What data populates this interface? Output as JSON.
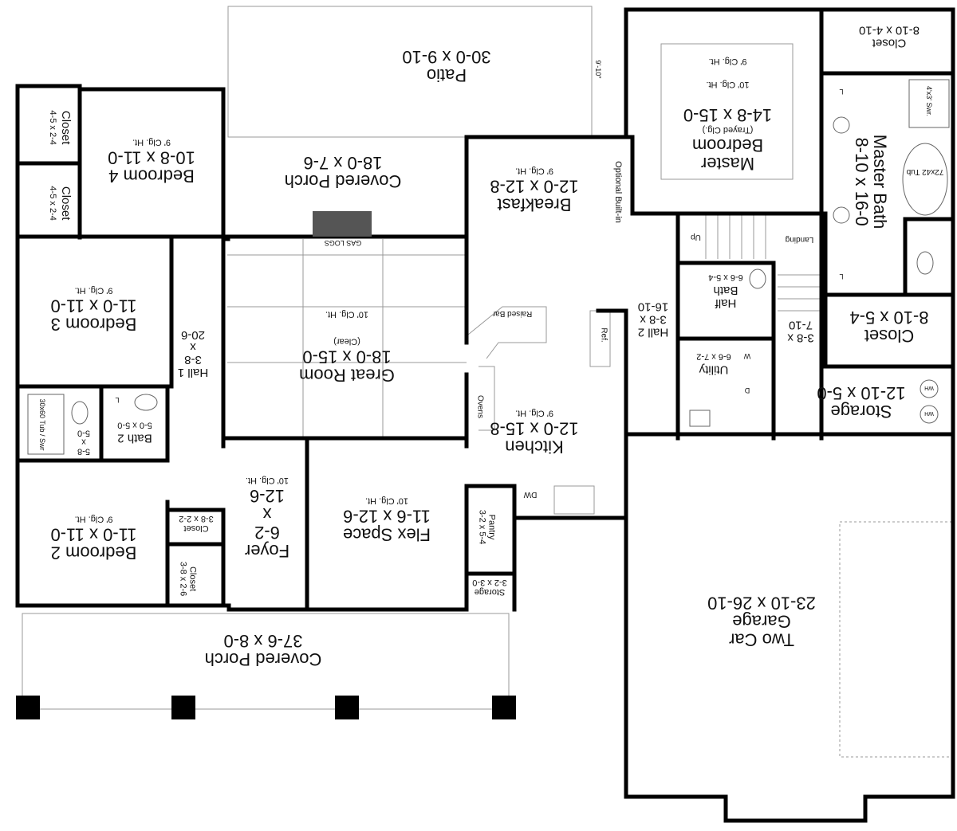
{
  "rooms": {
    "patio": {
      "name": "Patio",
      "dim": "30-0 x 9-10"
    },
    "covered_porch_rear": {
      "name": "Covered Porch",
      "dim": "18-0 x 7-6"
    },
    "breakfast": {
      "name": "Breakfast",
      "dim": "12-0 x 12-8",
      "clg": "9' Clg. Ht."
    },
    "great_room": {
      "name": "Great Room",
      "dim": "18-0 x 15-0",
      "note": "(Clear)",
      "clg": "10' Clg. Ht."
    },
    "kitchen": {
      "name": "Kitchen",
      "dim": "12-0 x 15-8",
      "clg": "9' Clg. Ht."
    },
    "flex_space": {
      "name": "Flex Space",
      "dim": "11-6 x 12-6",
      "clg": "10' Clg. Ht."
    },
    "foyer": {
      "name": "Foyer",
      "dim_a": "6-2",
      "dim_x": "x",
      "dim_b": "12-6",
      "clg": "10' Clg. Ht."
    },
    "covered_porch_front": {
      "name": "Covered Porch",
      "dim": "37-6 x 8-0"
    },
    "bedroom4": {
      "name": "Bedroom 4",
      "dim": "10-8 x 11-0",
      "clg": "9' Clg. Ht."
    },
    "bedroom3": {
      "name": "Bedroom 3",
      "dim": "11-0 x 11-0",
      "clg": "9' Clg. Ht."
    },
    "bedroom2": {
      "name": "Bedroom 2",
      "dim": "11-0 x 11-0",
      "clg": "9' Clg. Ht."
    },
    "hall1": {
      "name": "Hall 1",
      "dim_a": "3-8",
      "dim_x": "x",
      "dim_b": "20-6"
    },
    "bath2": {
      "name": "Bath 2",
      "dim": "5-0 x 5-0"
    },
    "bath2_side": {
      "dim_a": "5-8",
      "dim_x": "x",
      "dim_b": "5-0"
    },
    "closet_b4_top": {
      "name": "Closet",
      "dim": "4-5 x 2-4"
    },
    "closet_b4_bottom": {
      "name": "Closet",
      "dim": "4-5 x 2-4"
    },
    "closet_hall": {
      "name": "Closet",
      "dim": "3-8 x 2-2"
    },
    "closet_b2": {
      "name": "Closet",
      "dim": "3-8 x 2-6"
    },
    "master_bedroom": {
      "name_a": "Master",
      "name_b": "Bedroom",
      "note": "(Trayed Clg.)",
      "dim": "14-8 x 15-0",
      "clg_inner": "10' Clg. Ht.",
      "clg": "9' Clg. Ht."
    },
    "master_bath": {
      "name": "Master Bath",
      "dim": "8-10 x 16-0"
    },
    "closet_master_top": {
      "name": "Closet",
      "dim": "8-10 x 4-10"
    },
    "closet_master_bottom": {
      "name": "Closet",
      "dim": "8-10 x 5-4"
    },
    "half_bath": {
      "name_a": "Half",
      "name_b": "Bath",
      "dim": "6-6 x 5-4"
    },
    "hall2": {
      "name": "Hall 2",
      "dim_a": "3-8 x",
      "dim_b": "16-10"
    },
    "stair_area": {
      "dim_a": "3-8 x",
      "dim_b": "7-10"
    },
    "utility": {
      "name": "Utility",
      "dim": "6-6 x 7-2"
    },
    "storage_main": {
      "name": "Storage",
      "dim": "12-10 x 5-0"
    },
    "pantry": {
      "name": "Pantry",
      "dim": "3-2 x 5-4"
    },
    "storage_small": {
      "name": "Storage",
      "dim": "3-2 x 3-0"
    },
    "garage": {
      "name_a": "Two Car",
      "name_b": "Garage",
      "dim": "23-10 x 26-10"
    }
  },
  "fixtures": {
    "gas_logs": "GAS LOGS",
    "raised_bar": "Raised Bar",
    "ovens": "Ovens",
    "ref": "Ref.",
    "dw": "DW",
    "optional_built_in": "Optional Built-in",
    "stairs_up": "Up",
    "landing": "Landing",
    "tub": "72x42 Tub",
    "shower_master": "4'x3' Swr.",
    "tub_bath2": "30x60 Tub / Swr",
    "washer": "W",
    "dryer": "D",
    "water_heater": "WH",
    "linen": "L",
    "patio_dim_side": "9'-10\""
  }
}
